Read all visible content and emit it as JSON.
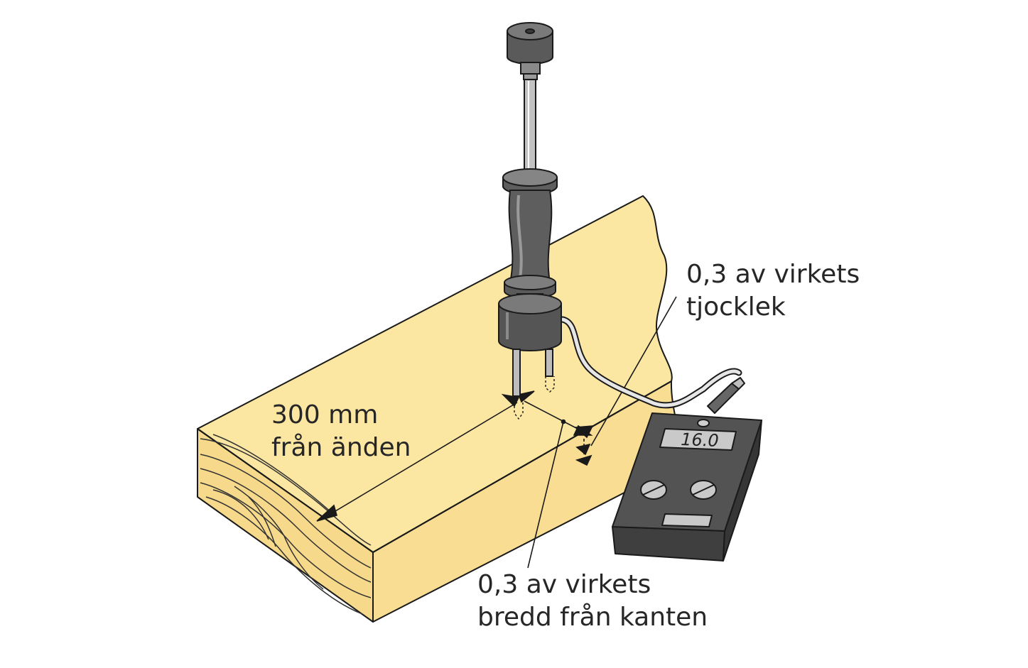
{
  "colors": {
    "wood_top": "#fbe6a2",
    "wood_end": "#f6d98a",
    "wood_side": "#f9e096",
    "outline": "#1a1a1a",
    "tool_body": "#5e5e5e",
    "tool_shaft": "#b5b5b5",
    "meter_body": "#4f4f4f",
    "meter_display": "#c8c8c8",
    "text": "#262626"
  },
  "meter": {
    "display_value": "16.0"
  },
  "labels": {
    "distance_from_end": {
      "line1": "300 mm",
      "line2": "från änden"
    },
    "depth": {
      "line1": "0,3 av virkets",
      "line2": "tjocklek"
    },
    "width": {
      "line1": "0,3 av virkets",
      "line2": "bredd från kanten"
    }
  },
  "icons": {
    "probe": "moisture-probe-icon",
    "meter": "moisture-meter-icon",
    "board": "wood-board-icon"
  }
}
